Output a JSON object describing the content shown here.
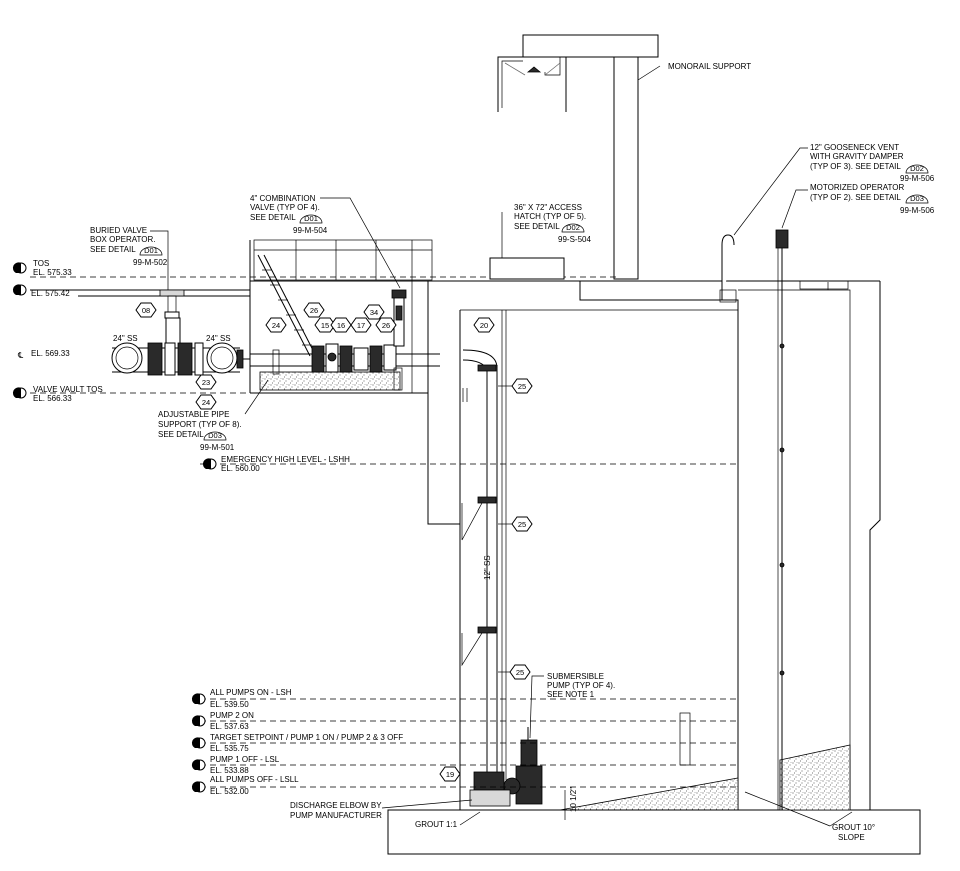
{
  "labels": {
    "monorail": "MONORAIL SUPPORT",
    "gooseneck": [
      "12\" GOOSENECK VENT",
      "WITH GRAVITY DAMPER",
      "(TYP OF 3). SEE DETAIL"
    ],
    "motorized": [
      "MOTORIZED OPERATOR",
      "(TYP OF 2). SEE DETAIL"
    ],
    "hatch": [
      "36\" X 72\" ACCESS",
      "HATCH (TYP OF 5).",
      "SEE DETAIL"
    ],
    "combo_valve": [
      "4\" COMBINATION",
      "VALVE (TYP OF 4).",
      "SEE DETAIL"
    ],
    "buried_valve": [
      "BURIED VALVE",
      "BOX OPERATOR.",
      "SEE DETAIL"
    ],
    "adjustable": [
      "ADJUSTABLE PIPE",
      "SUPPORT (TYP OF 8).",
      "SEE DETAIL"
    ],
    "pipe_24_left": "24\" SS",
    "pipe_24_right": "24\" SS",
    "pipe_12": "12\" SS",
    "submersible": [
      "SUBMERSIBLE",
      "PUMP (TYP OF 4).",
      "SEE NOTE 1"
    ],
    "discharge": [
      "DISCHARGE ELBOW BY",
      "PUMP MANUFACTURER"
    ],
    "grout_11": "GROUT 1:1",
    "grout_10": [
      "GROUT 10°",
      "SLOPE"
    ],
    "dim_10_half": "10 1/2\""
  },
  "detail_refs": {
    "gooseneck": {
      "code": "D02",
      "sheet": "99-M-506"
    },
    "motorized": {
      "code": "D03",
      "sheet": "99-M-506"
    },
    "hatch": {
      "code": "D02",
      "sheet": "99-S-504"
    },
    "combo_valve": {
      "code": "D01",
      "sheet": "99-M-504"
    },
    "buried_valve": {
      "code": "D01",
      "sheet": "99-M-502"
    },
    "adjustable": {
      "code": "D03",
      "sheet": "99-M-501"
    }
  },
  "elevations": {
    "tos": {
      "name": "TOS",
      "value": "EL. 575.33"
    },
    "grade": {
      "name": "",
      "value": "EL. 575.42"
    },
    "centerline": {
      "name": "",
      "value": "EL. 569.33"
    },
    "valve_vault": {
      "name": "VALVE VAULT TOS",
      "value": "EL. 566.33"
    },
    "lshh": {
      "name": "EMERGENCY HIGH LEVEL - LSHH",
      "value": "EL. 560.00"
    },
    "lsh": {
      "name": "ALL PUMPS ON - LSH",
      "value": "EL. 539.50"
    },
    "pump2": {
      "name": "PUMP 2 ON",
      "value": "EL. 537.63"
    },
    "target": {
      "name": "TARGET SETPOINT / PUMP 1 ON / PUMP 2 & 3 OFF",
      "value": "EL. 535.75"
    },
    "lsl": {
      "name": "PUMP 1 OFF - LSL",
      "value": "EL. 533.88"
    },
    "lsll": {
      "name": "ALL PUMPS OFF - LSLL",
      "value": "EL. 532.00"
    }
  },
  "tags": {
    "t08": "08",
    "t23": "23",
    "t24a": "24",
    "t24b": "24",
    "t26a": "26",
    "t15": "15",
    "t16": "16",
    "t17": "17",
    "t34": "34",
    "t26b": "26",
    "t20": "20",
    "t25a": "25",
    "t25b": "25",
    "t25c": "25",
    "t19": "19"
  }
}
